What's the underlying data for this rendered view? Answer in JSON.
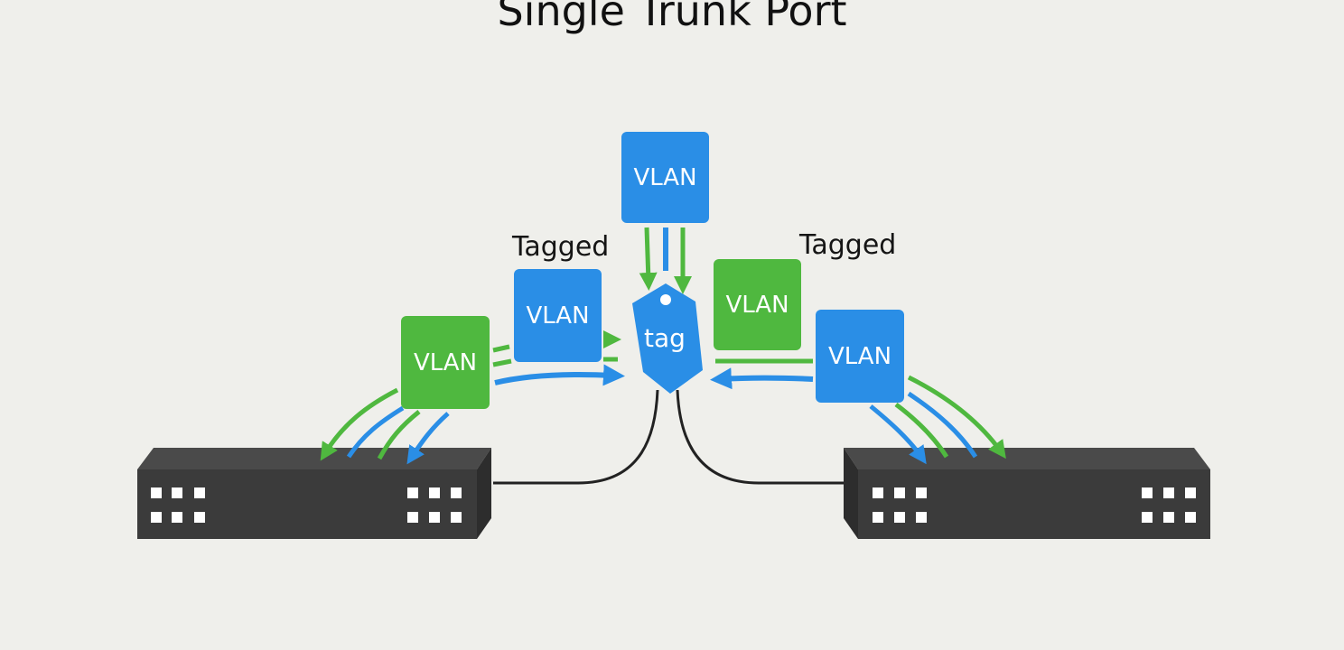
{
  "diagram": {
    "title": "Single Trunk Port",
    "captions": {
      "left": "Tagged",
      "right": "Tagged"
    },
    "boxes": {
      "top": "VLAN",
      "left_blue": "VLAN",
      "left_green": "VLAN",
      "right_green": "VLAN",
      "right_blue": "VLAN"
    },
    "tag": {
      "label": "tag"
    }
  },
  "colors": {
    "vlan_blue": "#2a8ee6",
    "vlan_green": "#4fb83f",
    "switch_dark": "#3b3b3b",
    "switch_top": "#4a4a4a",
    "port": "#ffffff",
    "cable": "#222222",
    "background": "#efefeb"
  }
}
